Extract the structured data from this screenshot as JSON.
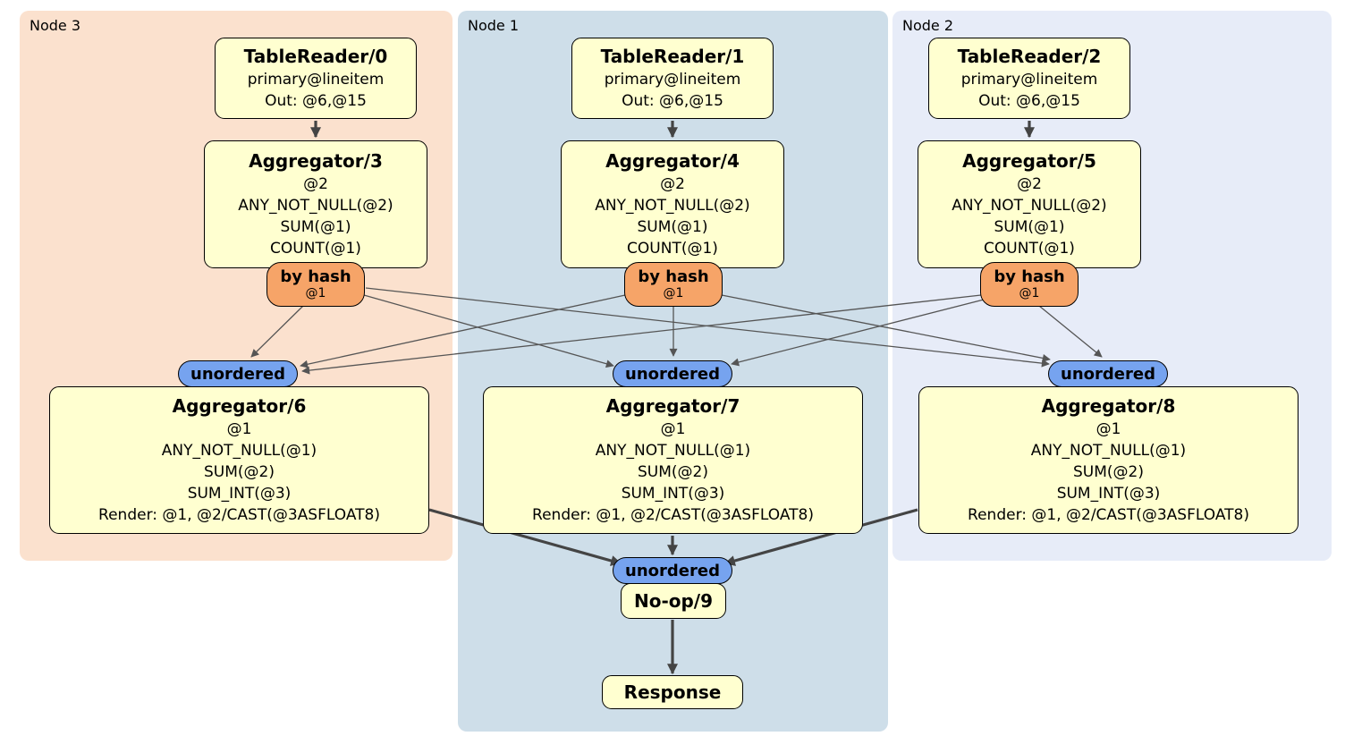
{
  "colors": {
    "node3_bg": "#FBE1CE",
    "node1_bg": "#CEDEE9",
    "node2_bg": "#E7ECF8",
    "box_fill": "#FFFFD0",
    "router_fill": "#F6A468",
    "stream_fill": "#76A3EF",
    "edge_thick": "#444444",
    "edge_thin": "#555555"
  },
  "regions": [
    {
      "label": "Node 3",
      "table_reader": {
        "title": "TableReader/0",
        "index_line": "primary@lineitem",
        "out_line": "Out: @6,@15"
      },
      "aggregator_top": {
        "title": "Aggregator/3",
        "lines": [
          "@2",
          "ANY_NOT_NULL(@2)",
          "SUM(@1)",
          "COUNT(@1)"
        ]
      },
      "router": {
        "label": "by hash",
        "detail": "@1"
      },
      "stream_label": "unordered",
      "aggregator_bottom": {
        "title": "Aggregator/6",
        "lines": [
          "@1",
          "ANY_NOT_NULL(@1)",
          "SUM(@2)",
          "SUM_INT(@3)",
          "Render: @1, @2/CAST(@3ASFLOAT8)"
        ]
      }
    },
    {
      "label": "Node 1",
      "table_reader": {
        "title": "TableReader/1",
        "index_line": "primary@lineitem",
        "out_line": "Out: @6,@15"
      },
      "aggregator_top": {
        "title": "Aggregator/4",
        "lines": [
          "@2",
          "ANY_NOT_NULL(@2)",
          "SUM(@1)",
          "COUNT(@1)"
        ]
      },
      "router": {
        "label": "by hash",
        "detail": "@1"
      },
      "stream_label": "unordered",
      "aggregator_bottom": {
        "title": "Aggregator/7",
        "lines": [
          "@1",
          "ANY_NOT_NULL(@1)",
          "SUM(@2)",
          "SUM_INT(@3)",
          "Render: @1, @2/CAST(@3ASFLOAT8)"
        ]
      }
    },
    {
      "label": "Node 2",
      "table_reader": {
        "title": "TableReader/2",
        "index_line": "primary@lineitem",
        "out_line": "Out: @6,@15"
      },
      "aggregator_top": {
        "title": "Aggregator/5",
        "lines": [
          "@2",
          "ANY_NOT_NULL(@2)",
          "SUM(@1)",
          "COUNT(@1)"
        ]
      },
      "router": {
        "label": "by hash",
        "detail": "@1"
      },
      "stream_label": "unordered",
      "aggregator_bottom": {
        "title": "Aggregator/8",
        "lines": [
          "@1",
          "ANY_NOT_NULL(@1)",
          "SUM(@2)",
          "SUM_INT(@3)",
          "Render: @1, @2/CAST(@3ASFLOAT8)"
        ]
      }
    }
  ],
  "final": {
    "stream_label": "unordered",
    "noop_label": "No-op/9",
    "response_label": "Response"
  }
}
